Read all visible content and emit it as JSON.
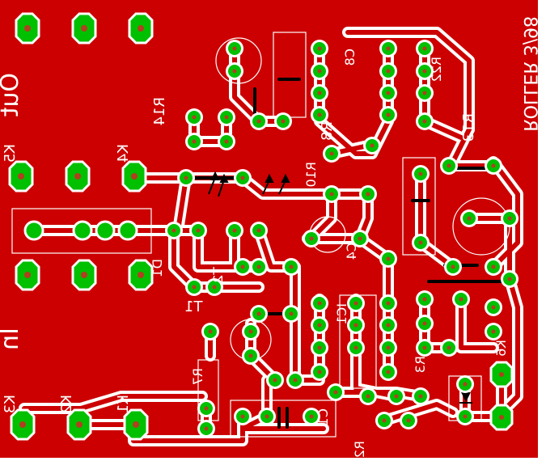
{
  "board": {
    "title": "ROLLER 3/98",
    "copper": "#cc0000",
    "pad": "#00c000",
    "drill": "#b04020",
    "silkscreen": "#ffffff",
    "substrate": "#ffffff"
  },
  "labels": {
    "out": "Out",
    "in": "In",
    "k5": "K5",
    "k4": "K4",
    "k3": "K3",
    "k2": "K2",
    "k1": "K1",
    "r14": "R14",
    "r8": "R8",
    "r10": "R10",
    "r13": "R13",
    "r22": "R22",
    "r7": "R7",
    "r3": "R3",
    "r2": "R2",
    "c8": "C8",
    "c4": "C4",
    "c1": "C1",
    "d1": "D1",
    "t1": "T1",
    "t2": "T2",
    "k6": "K6",
    "ic1": "IC1"
  }
}
